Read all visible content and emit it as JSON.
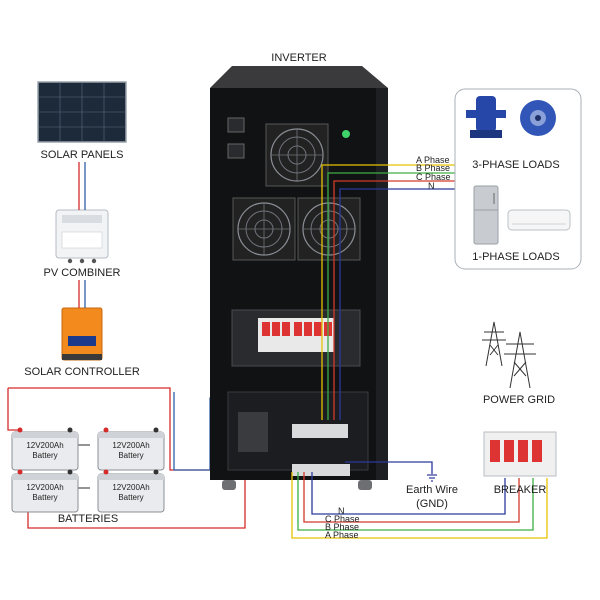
{
  "labels": {
    "inverter": "INVERTER",
    "solar_panels": "SOLAR PANELS",
    "pv_combiner": "PV COMBINER",
    "solar_controller": "SOLAR CONTROLLER",
    "batteries": "BATTERIES",
    "three_phase_loads": "3-PHASE LOADS",
    "one_phase_loads": "1-PHASE LOADS",
    "power_grid": "POWER GRID",
    "breaker": "BREAKER",
    "earth_wire": "Earth Wire",
    "gnd": "(GND)"
  },
  "output_wires": {
    "a_phase": "A Phase",
    "b_phase": "B Phase",
    "c_phase": "C Phase",
    "n": "N"
  },
  "input_wires": {
    "n": "N",
    "c_phase": "C Phase",
    "b_phase": "B Phase",
    "a_phase": "A Phase"
  },
  "battery": {
    "model": "12V200Ah",
    "name": "Battery"
  },
  "wire_colors": {
    "a_phase": "#e6c200",
    "b_phase": "#3cb043",
    "c_phase": "#d23a2a",
    "n": "#2b3a9c",
    "dc_positive": "#d62b2b",
    "dc_negative": "#2f5fa8"
  }
}
